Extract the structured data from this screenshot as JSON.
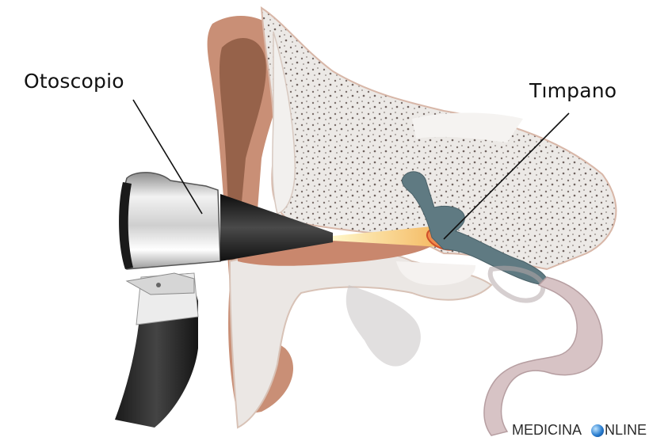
{
  "diagram": {
    "subject": "Otoscopic examination of the ear (cross-section)",
    "labels": [
      {
        "id": "otoscopio",
        "text": "Otoscopio",
        "points_to": "otoscope-head"
      },
      {
        "id": "timpano",
        "text": "Tımpano",
        "points_to": "tympanic-membrane"
      }
    ],
    "watermark": {
      "left": "MEDICINA",
      "right": "NLINE",
      "icon": "globe-icon"
    }
  },
  "colors": {
    "bone": "#ece9e6",
    "bone_speckle": "#7a6e6a",
    "skin": "#c98f76",
    "skin_dark": "#8a5640",
    "cartilage": "#e8d9cf",
    "ossicles": "#5f7a82",
    "light_beam": "#f6d27a",
    "eardrum": "#f08a4c",
    "otoscope_metal": "#d9d9d9",
    "otoscope_black": "#1c1c1c",
    "tube": "#d7c3c5"
  }
}
